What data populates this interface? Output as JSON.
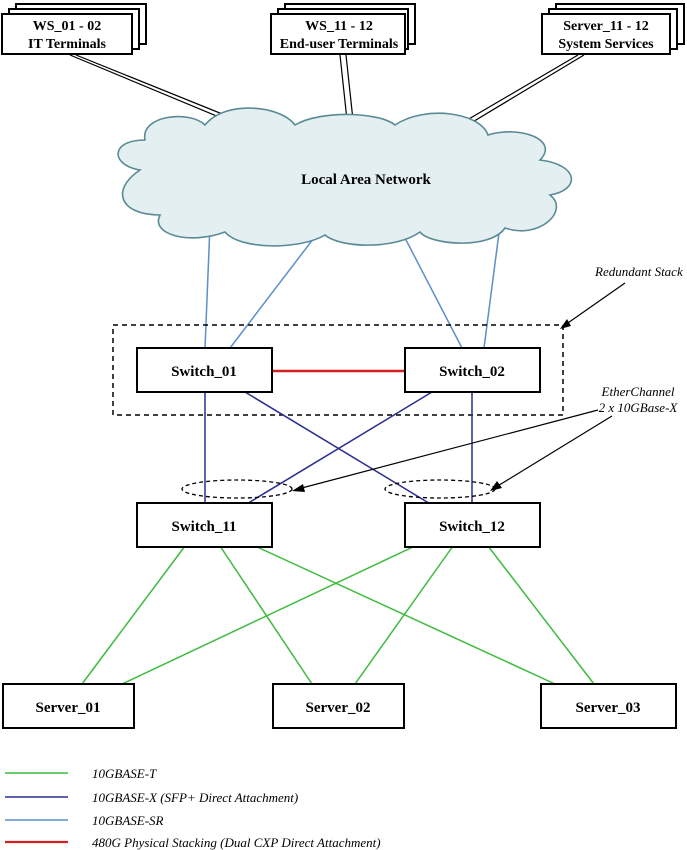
{
  "colors": {
    "green": "#3dbb3d",
    "dark_blue": "#2b2f8f",
    "light_blue": "#5b8fc9",
    "red": "#d42020",
    "cloud_stroke": "#5a8a96",
    "cloud_fill": "#e3eff0"
  },
  "terminals": [
    {
      "line1": "WS_01 - 02",
      "line2": "IT Terminals"
    },
    {
      "line1": "WS_11 - 12",
      "line2": "End-user Terminals"
    },
    {
      "line1": "Server_11 - 12",
      "line2": "System Services"
    }
  ],
  "cloud_label": "Local Area Network",
  "redundant_stack_label": "Redundant Stack",
  "etherchannel_label": {
    "line1": "EtherChannel",
    "line2": "2 x 10GBase-X"
  },
  "switches": {
    "switch_01": "Switch_01",
    "switch_02": "Switch_02",
    "switch_11": "Switch_11",
    "switch_12": "Switch_12"
  },
  "servers": [
    "Server_01",
    "Server_02",
    "Server_03"
  ],
  "legend": [
    {
      "label": "10GBASE-T",
      "color": "#3dbb3d"
    },
    {
      "label": "10GBASE-X (SFP+ Direct Attachment)",
      "color": "#2b2f8f"
    },
    {
      "label": "10GBASE-SR",
      "color": "#5b8fc9"
    },
    {
      "label": "480G Physical Stacking (Dual CXP Direct Attachment)",
      "color": "#d42020"
    }
  ]
}
